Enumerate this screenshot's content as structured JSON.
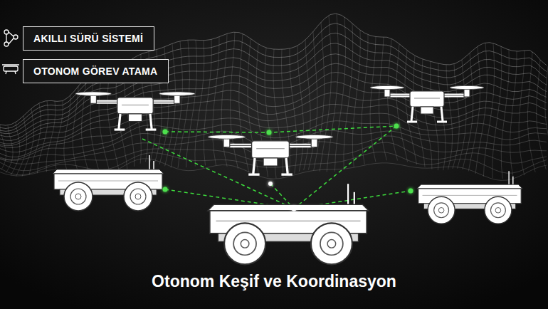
{
  "diagram": {
    "title": "Otonom Keşif ve Koordinasyon",
    "nodes": [
      {
        "text": [
          "AKILLI SÜRÜ SİSTEMİ"
        ]
      },
      {
        "text": [
          "OTONOM GÖREV ATAMA"
        ]
      }
    ]
  }
}
